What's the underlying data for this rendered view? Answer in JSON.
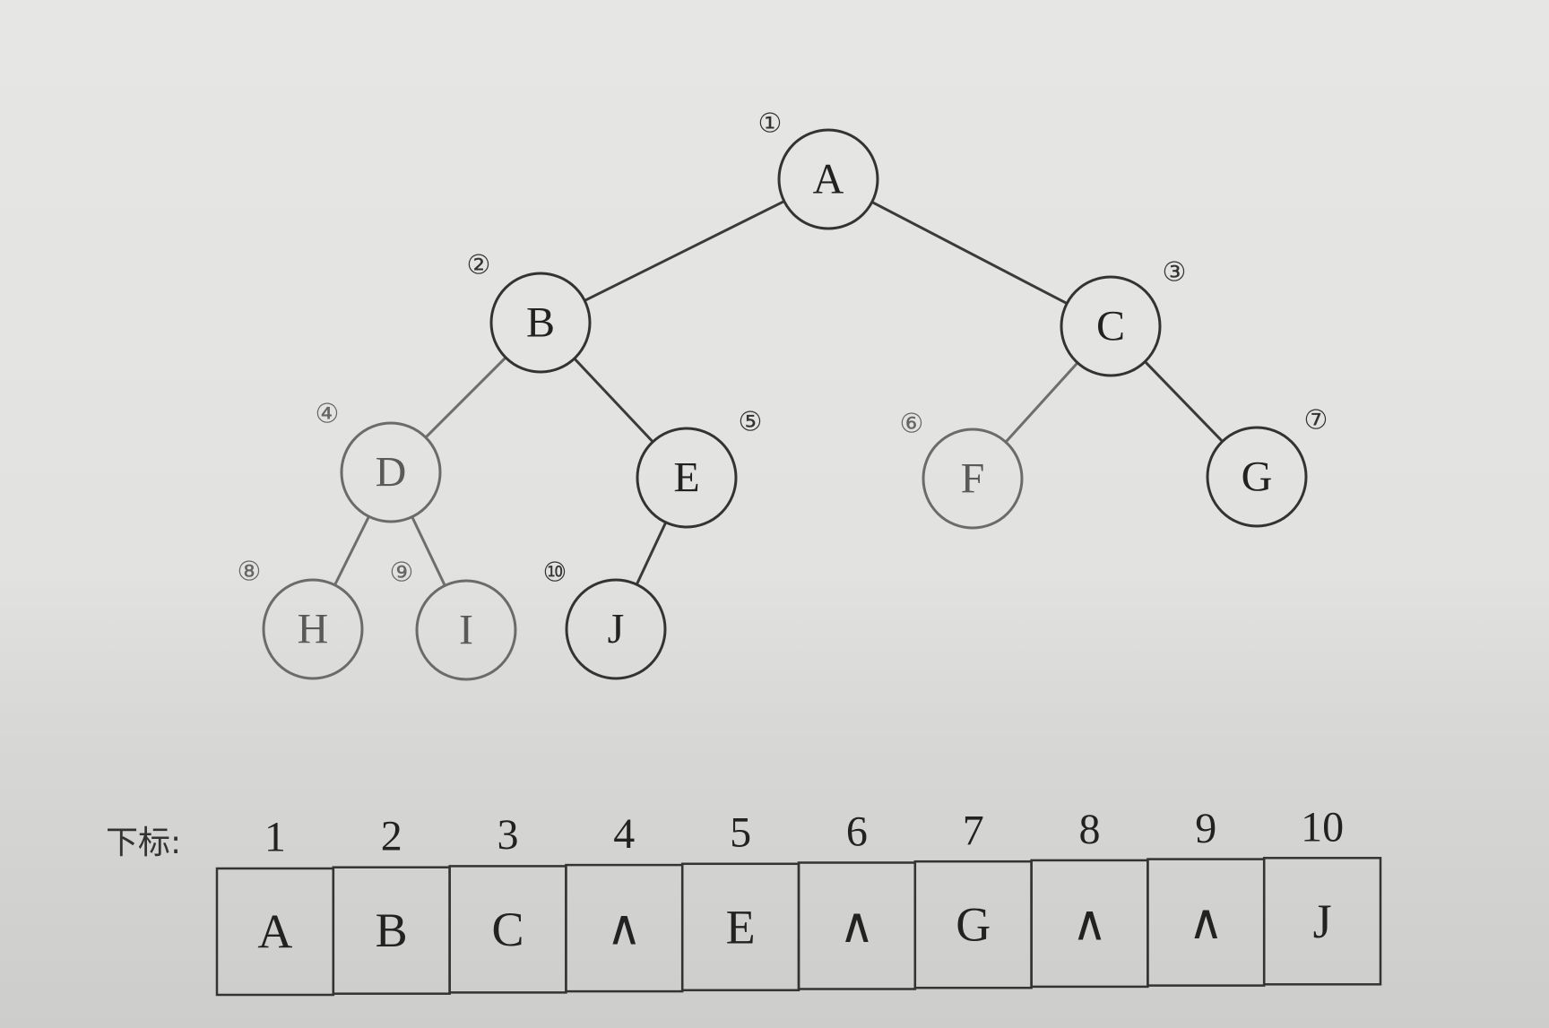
{
  "tree": {
    "nodes": [
      {
        "id": "A",
        "label": "A",
        "number": "①"
      },
      {
        "id": "B",
        "label": "B",
        "number": "②"
      },
      {
        "id": "C",
        "label": "C",
        "number": "③"
      },
      {
        "id": "D",
        "label": "D",
        "number": "④"
      },
      {
        "id": "E",
        "label": "E",
        "number": "⑤"
      },
      {
        "id": "F",
        "label": "F",
        "number": "⑥"
      },
      {
        "id": "G",
        "label": "G",
        "number": "⑦"
      },
      {
        "id": "H",
        "label": "H",
        "number": "⑧"
      },
      {
        "id": "I",
        "label": "I",
        "number": "⑨"
      },
      {
        "id": "J",
        "label": "J",
        "number": "⑩"
      }
    ],
    "edges": [
      [
        "A",
        "B"
      ],
      [
        "A",
        "C"
      ],
      [
        "B",
        "D"
      ],
      [
        "B",
        "E"
      ],
      [
        "C",
        "F"
      ],
      [
        "C",
        "G"
      ],
      [
        "D",
        "H"
      ],
      [
        "D",
        "I"
      ],
      [
        "E",
        "J"
      ]
    ]
  },
  "array": {
    "caption": "下标:",
    "indices": [
      "1",
      "2",
      "3",
      "4",
      "5",
      "6",
      "7",
      "8",
      "9",
      "10"
    ],
    "cells": [
      "A",
      "B",
      "C",
      "∧",
      "E",
      "∧",
      "G",
      "∧",
      "∧",
      "J"
    ]
  }
}
